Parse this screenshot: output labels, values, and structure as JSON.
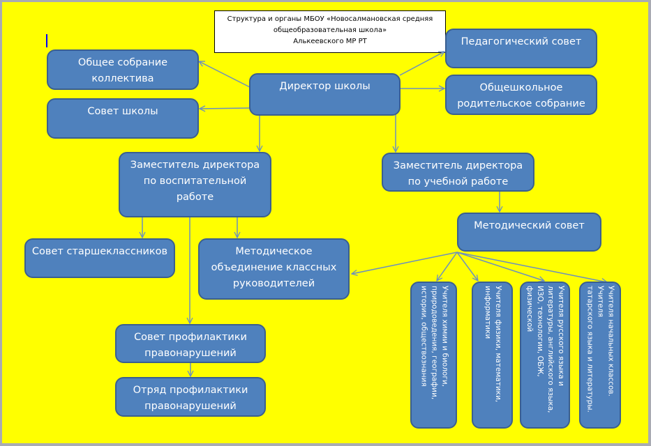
{
  "title": "Структура и органы МБОУ «Новосалмановская средняя\nобщеобразовательная школа»\nАлькеевского МР РТ",
  "colors": {
    "background": "#ffff00",
    "box_fill": "#4f81bd",
    "box_border": "#3a5f8f",
    "arrow": "#6b8fbf",
    "text": "#ffffff"
  },
  "nodes": {
    "general_meeting": "Общее собрание\nколлектива",
    "school_council": "Совет школы",
    "director": "Директор школы",
    "pedagogical_council": "Педагогический совет",
    "parents_meeting": "Общешкольное\nродительское собрание",
    "deputy_educational": "Заместитель директора\nпо воспитательной\nработе",
    "deputy_academic": "Заместитель директора\nпо учебной работе",
    "methodical_council": "Методический совет",
    "senior_students_council": "Совет старшеклассников",
    "class_teachers_association": "Методическое\nобъединение  классных\nруководителей",
    "prevention_council": "Совет профилактики\nправонарушений",
    "prevention_squad": "Отряд профилактики\nправонарушений",
    "teachers_chemistry": "Учителя химии и биологи,\nприродоведения, географии,\nистории, обществознания",
    "teachers_physics": "Учителя физики, математики,\nинформатики",
    "teachers_russian": "Учителя русского языка и\nлитературы, английского языка,\nИЗО, технологии, ОБЖ, физической",
    "teachers_primary": "Учителя начальных классов. Учителя\nтатарского языка и литературы."
  },
  "edges": [
    [
      "director",
      "general_meeting"
    ],
    [
      "director",
      "school_council"
    ],
    [
      "director",
      "pedagogical_council"
    ],
    [
      "director",
      "parents_meeting"
    ],
    [
      "director",
      "deputy_educational"
    ],
    [
      "director",
      "deputy_academic"
    ],
    [
      "deputy_academic",
      "methodical_council"
    ],
    [
      "deputy_educational",
      "senior_students_council"
    ],
    [
      "deputy_educational",
      "class_teachers_association"
    ],
    [
      "deputy_educational",
      "prevention_council"
    ],
    [
      "prevention_council",
      "prevention_squad"
    ],
    [
      "methodical_council",
      "class_teachers_association"
    ],
    [
      "methodical_council",
      "teachers_chemistry"
    ],
    [
      "methodical_council",
      "teachers_physics"
    ],
    [
      "methodical_council",
      "teachers_russian"
    ],
    [
      "methodical_council",
      "teachers_primary"
    ]
  ]
}
